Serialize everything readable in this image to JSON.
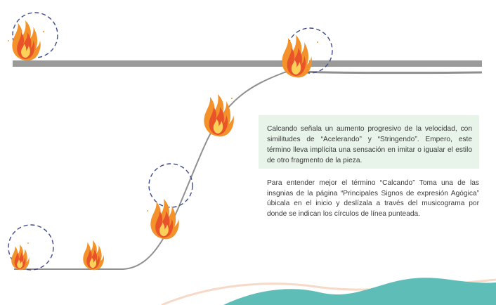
{
  "info_box": {
    "text": "Calcando señala un aumento progresivo de la velocidad, con similitudes de “Acelerando” y “Stringendo”. Empero, este término lleva implícita una sensación en imitar o igualar el estilo de otro fragmento de la pieza."
  },
  "instructions": {
    "text": "Para entender mejor el término “Calcando” Toma una de las insgnias de la página “Principales Signos de expresión Agógica” úbicala en el inicio y deslízala a través del musicograma por donde se indican los círculos de línea punteada."
  },
  "colors": {
    "bar": "#9a9a9a",
    "curve": "#8f8f8f",
    "dashed_circle": "#3d4a8c",
    "flame_outer": "#f3922a",
    "flame_inner": "#e8532a",
    "flame_core": "#fbd15a",
    "wave_teal": "#5fbdb8",
    "wave_peach": "#f6d9c7",
    "box_bg": "#e8f3ea"
  },
  "icons": [
    "flame-icon",
    "dashed-circle-marker"
  ]
}
